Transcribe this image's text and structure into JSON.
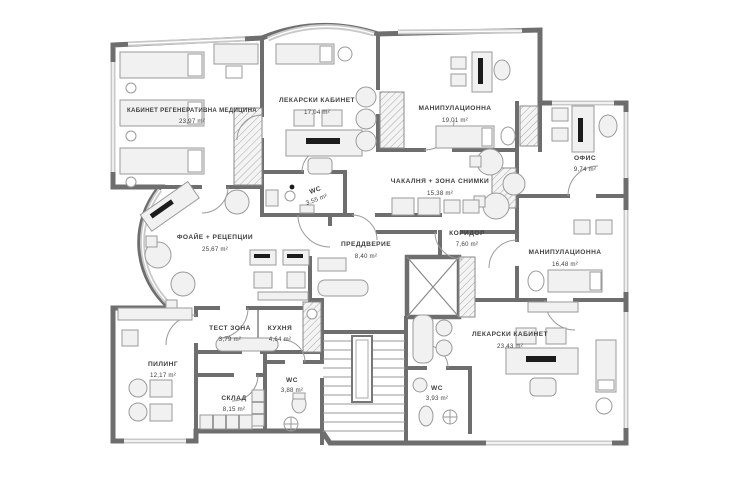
{
  "plan": {
    "unit": "m²",
    "rooms": [
      {
        "name": "КАБИНЕТ РЕГЕНЕРАТИВНА МЕДИЦИНА",
        "area": "23,97 m²"
      },
      {
        "name": "ЛЕКАРСКИ КАБИНЕТ",
        "area": "17,04 m²"
      },
      {
        "name": "МАНИПУЛАЦИОННА",
        "area": "19,01 m²"
      },
      {
        "name": "ОФИС",
        "area": "9,74 m²"
      },
      {
        "name": "ЧАКАЛНЯ + ЗОНА СНИМКИ",
        "area": "15,38 m²"
      },
      {
        "name": "ФОАЙЕ + РЕЦЕПЦИИ",
        "area": "25,67 m²"
      },
      {
        "name": "ПРЕДДВЕРИЕ",
        "area": "8,40 m²"
      },
      {
        "name": "КОРИДОР",
        "area": "7,60 m²"
      },
      {
        "name": "МАНИПУЛАЦИОННА",
        "area": "16,48 m²"
      },
      {
        "name": "WC",
        "area": "3,55 m²"
      },
      {
        "name": "ТЕСТ ЗОНА",
        "area": "3,79 m²"
      },
      {
        "name": "КУХНЯ",
        "area": "4,64 m²"
      },
      {
        "name": "ПИЛИНГ",
        "area": "12,17 m²"
      },
      {
        "name": "СКЛАД",
        "area": "8,15 m²"
      },
      {
        "name": "WC",
        "area": "3,88 m²"
      },
      {
        "name": "WC",
        "area": "3,93 m²"
      },
      {
        "name": "ЛЕКАРСКИ КАБИНЕТ",
        "area": "23,43 m²"
      }
    ],
    "colors": {
      "wall": "#6e6e6e",
      "window": "#c9c9c9",
      "furniture": "#f1f1f1",
      "label": "#3f3f3f"
    }
  }
}
